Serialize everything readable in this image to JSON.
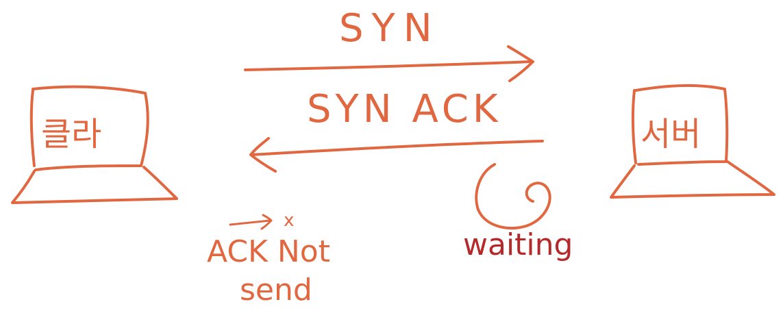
{
  "colors": {
    "stroke": "#e0673f",
    "accent": "#b5292a",
    "background": "#ffffff"
  },
  "client": {
    "label": "클라"
  },
  "server": {
    "label": "서버"
  },
  "messages": {
    "syn": "SYN",
    "syn_ack": "SYN ACK"
  },
  "notes": {
    "ack_line1": "ACK Not",
    "ack_line2": "send",
    "ack_fail_mark": "x",
    "waiting": "waiting"
  }
}
